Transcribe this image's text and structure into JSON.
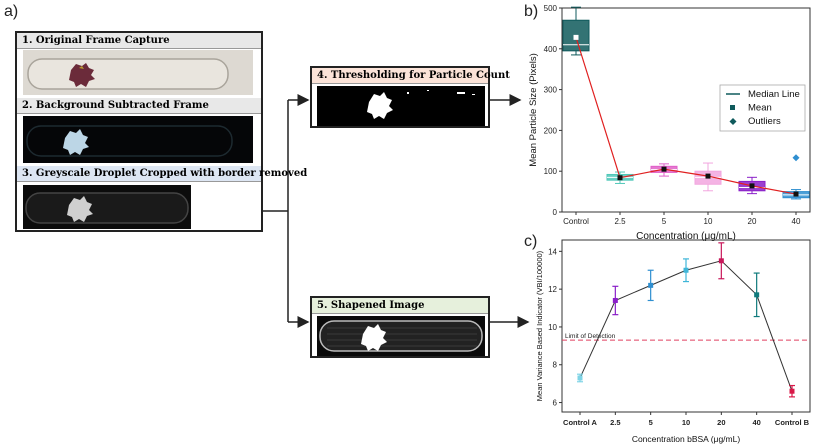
{
  "panels": {
    "a": "a)",
    "b": "b)",
    "c": "c)"
  },
  "flow": {
    "step1": "1. Original Frame Capture",
    "step2": "2. Background Subtracted Frame",
    "step3": "3. Greyscale Droplet Cropped with border removed",
    "step4": "4. Thresholding for Particle Count",
    "step5": "5. Shapened Image"
  },
  "colors": {
    "teal": "#0f5a5c",
    "pink": "#e060c8",
    "blue": "#2f8fd0",
    "purple": "#8a1fc8",
    "red_line": "#e02020",
    "lod": "#e04060"
  },
  "chart_data": [
    {
      "type": "box",
      "xlabel": "Concentration (μg/mL)",
      "ylabel": "Mean Particle Size (Pixels)",
      "categories": [
        "Control",
        "2.5",
        "5",
        "10",
        "20",
        "40"
      ],
      "ylim": [
        0,
        500
      ],
      "yticks": [
        0,
        100,
        200,
        300,
        400,
        500
      ],
      "legend": {
        "placement": "right",
        "entries": [
          "Median Line",
          "Mean",
          "Outliers"
        ]
      },
      "boxes": [
        {
          "q1": 395,
          "median": 410,
          "q3": 470,
          "min": 385,
          "max": 502,
          "mean": 428,
          "color": "#0f5a5c"
        },
        {
          "q1": 78,
          "median": 85,
          "q3": 92,
          "min": 70,
          "max": 98,
          "mean": 84,
          "color": "#4fc7b8"
        },
        {
          "q1": 97,
          "median": 104,
          "q3": 112,
          "min": 88,
          "max": 118,
          "mean": 105,
          "color": "#e060c8"
        },
        {
          "q1": 68,
          "median": 85,
          "q3": 100,
          "min": 52,
          "max": 120,
          "mean": 88,
          "color": "#f2a6df"
        },
        {
          "q1": 52,
          "median": 60,
          "q3": 75,
          "min": 45,
          "max": 85,
          "mean": 64,
          "color": "#8a1fc8"
        },
        {
          "q1": 35,
          "median": 42,
          "q3": 50,
          "min": 32,
          "max": 55,
          "mean": 44,
          "color": "#2f8fd0"
        }
      ],
      "outliers": [
        {
          "category": "40",
          "value": 133
        }
      ]
    },
    {
      "type": "line",
      "xlabel": "Concentration bBSA (μg/mL)",
      "ylabel": "Mean Variance Based Indicator (VBI/100000)",
      "categories": [
        "Control A",
        "2.5",
        "5",
        "10",
        "20",
        "40",
        "Control B"
      ],
      "values": [
        7.3,
        11.4,
        12.2,
        13.0,
        13.5,
        11.7,
        6.6
      ],
      "errors": [
        0.2,
        0.75,
        0.8,
        0.6,
        0.95,
        1.15,
        0.3
      ],
      "point_colors": [
        "#7fd4e6",
        "#8a1fc8",
        "#2f8fd0",
        "#3fb6d8",
        "#c8185a",
        "#0f7a7c",
        "#d81848"
      ],
      "ylim": [
        5.5,
        14.6
      ],
      "yticks": [
        6,
        8,
        10,
        12,
        14
      ],
      "limit_of_detection": {
        "label": "Limit of Detection",
        "value": 9.3
      }
    }
  ]
}
